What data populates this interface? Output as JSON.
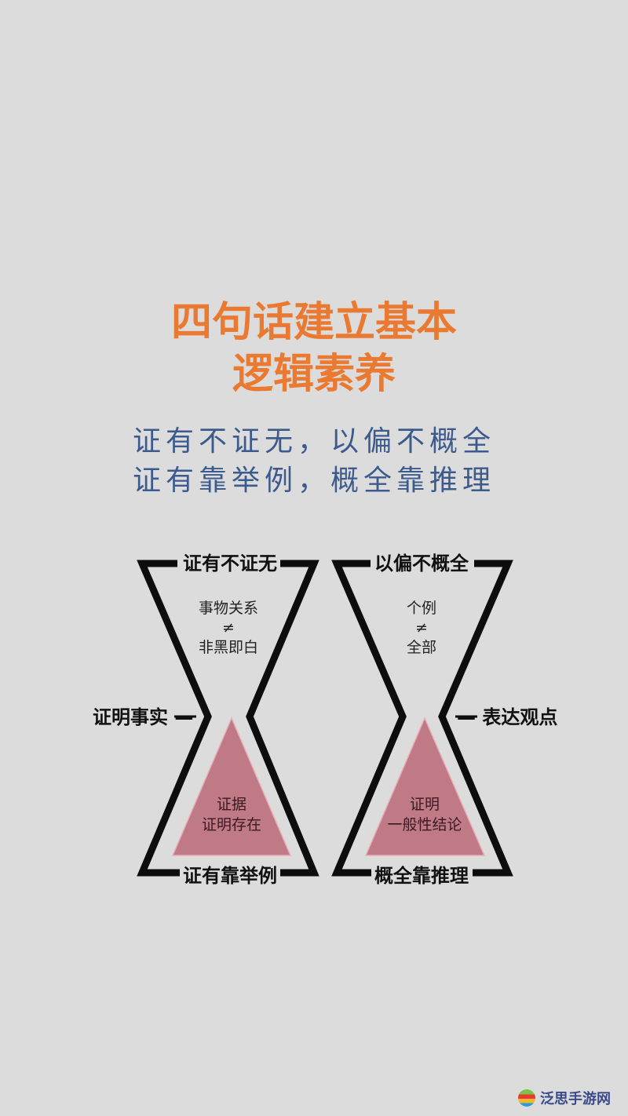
{
  "title": {
    "line1": "四句话建立基本",
    "line2": "逻辑素养"
  },
  "subtitle": {
    "line1": "证有不证无，以偏不概全",
    "line2": "证有靠举例，概全靠推理"
  },
  "left_hourglass": {
    "top_label": "证有不证无",
    "inner_line1": "事物关系",
    "inner_symbol": "≠",
    "inner_line2": "非黑即白",
    "side_label": "证明事实 —",
    "triangle_line1": "证据",
    "triangle_line2": "证明存在",
    "bottom_label": "证有靠举例"
  },
  "right_hourglass": {
    "top_label": "以偏不概全",
    "inner_line1": "个例",
    "inner_symbol": "≠",
    "inner_line2": "全部",
    "side_label": "— 表达观点",
    "triangle_line1": "证明",
    "triangle_line2": "一般性结论",
    "bottom_label": "概全靠推理"
  },
  "colors": {
    "background": "#dcdcdc",
    "title": "#ea7a32",
    "subtitle": "#3c5a8c",
    "triangle": "#c07a86",
    "outline": "#0d0d0d"
  },
  "watermark": {
    "text": "泛思手游网",
    "icon": "apple-logo-icon"
  }
}
